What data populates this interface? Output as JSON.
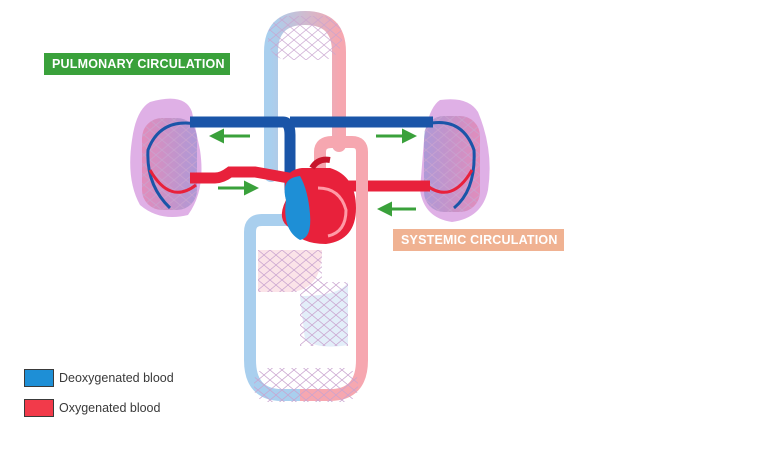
{
  "labels": {
    "pulmonary": "PULMONARY CIRCULATION",
    "systemic": "SYSTEMIC CIRCULATION"
  },
  "legend": [
    {
      "key": "deoxy",
      "label": "Deoxygenated blood",
      "color": "#1e8fd6"
    },
    {
      "key": "oxy",
      "label": "Oxygenated blood",
      "color": "#f23a4a"
    }
  ],
  "colors": {
    "pulmonary_tag": "#3aa13b",
    "systemic_tag": "#f0b292",
    "lung": "#dfb0e6",
    "vein_dark": "#1a55a8",
    "vein_light": "#a9cfee",
    "artery_bright": "#e8213b",
    "artery_light": "#f6a7b0",
    "arrow": "#3aa13b"
  }
}
